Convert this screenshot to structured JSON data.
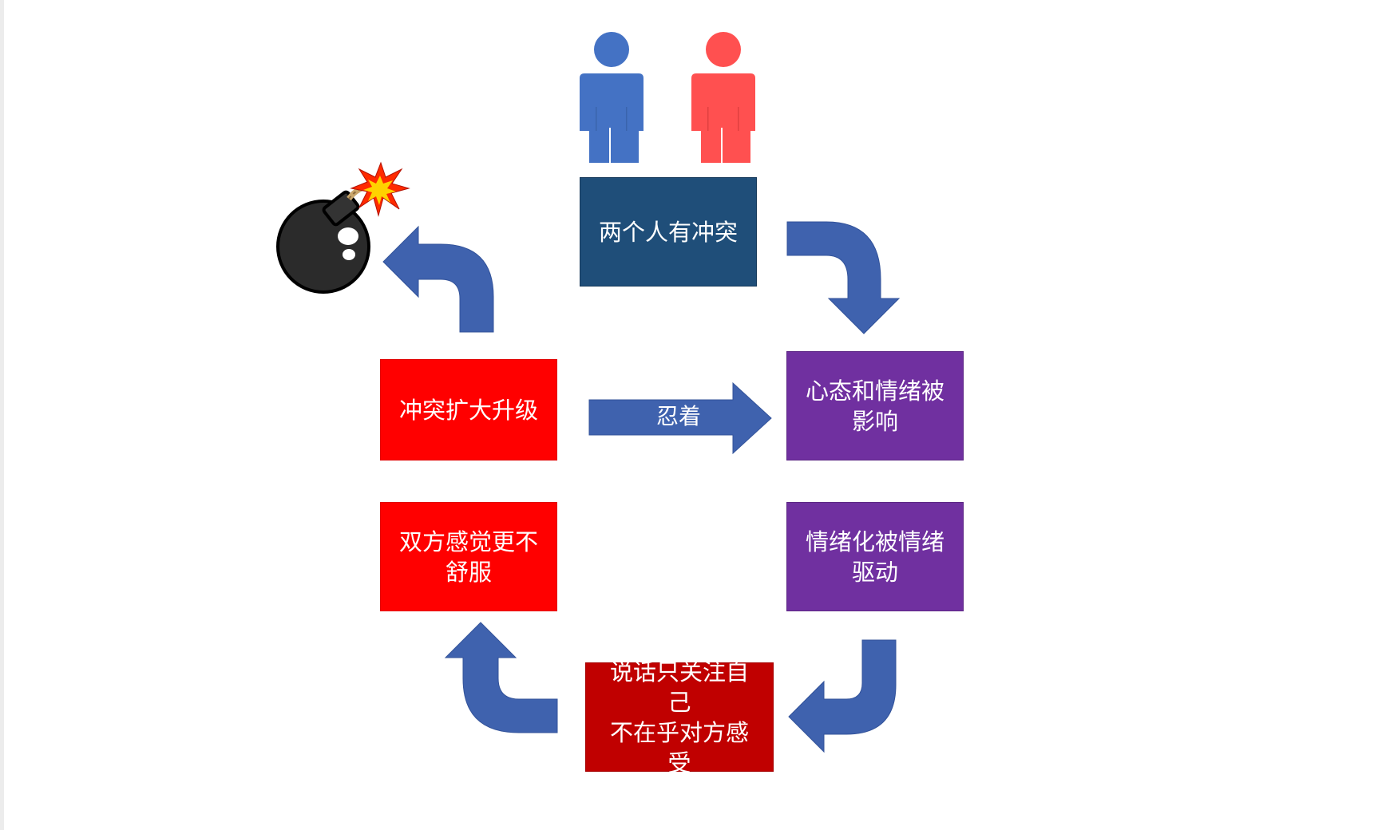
{
  "nodes": {
    "conflict": "两个人有冲突",
    "mindset_line1": "心态和情绪被",
    "mindset_line2": "影响",
    "emotional_line1": "情绪化被情绪",
    "emotional_line2": "驱动",
    "self_centered_line1": "说话只关注自己",
    "self_centered_line2": "不在乎对方感受",
    "discomfort_line1": "双方感觉更不",
    "discomfort_line2": "舒服",
    "escalation": "冲突扩大升级"
  },
  "arrow_labels": {
    "endure": "忍着"
  },
  "colors": {
    "navy": "#1f4e79",
    "purple": "#7030a0",
    "red": "#ff0000",
    "dark_red": "#c00000",
    "arrow_blue": "#3f62ae",
    "person_blue": "#4472c4",
    "person_red": "#ff5050"
  },
  "icons": [
    "person-blue-icon",
    "person-red-icon",
    "bomb-icon"
  ]
}
